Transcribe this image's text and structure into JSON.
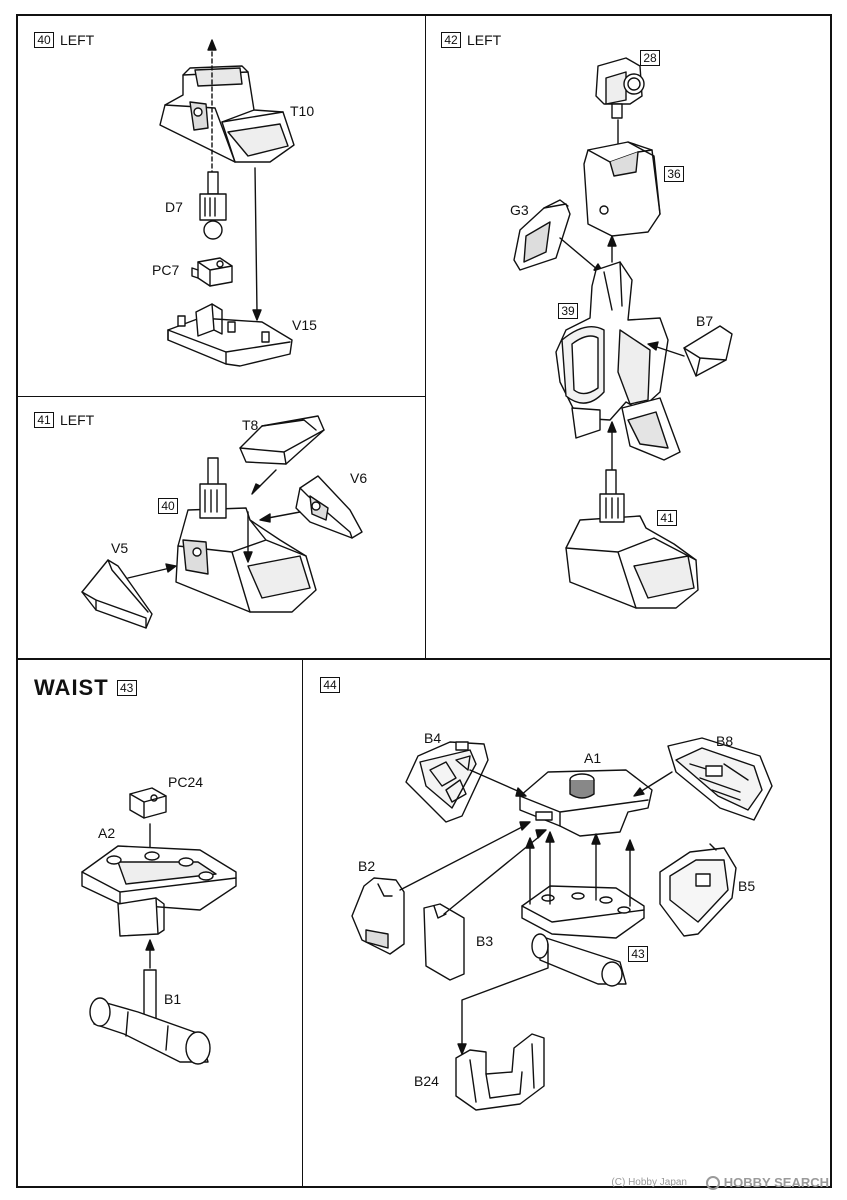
{
  "steps": {
    "s40": {
      "num": "40",
      "side": "LEFT"
    },
    "s41": {
      "num": "41",
      "side": "LEFT"
    },
    "s42": {
      "num": "42",
      "side": "LEFT"
    },
    "s43": {
      "num": "43",
      "title": "WAIST"
    },
    "s44": {
      "num": "44"
    }
  },
  "parts": {
    "T10": "T10",
    "D7": "D7",
    "PC7": "PC7",
    "V15": "V15",
    "T8": "T8",
    "V6": "V6",
    "V5": "V5",
    "G3": "G3",
    "B7": "B7",
    "PC24": "PC24",
    "A2": "A2",
    "B1": "B1",
    "B4": "B4",
    "A1": "A1",
    "B8": "B8",
    "B2": "B2",
    "B5": "B5",
    "B3": "B3",
    "B24": "B24"
  },
  "refs": {
    "r40": "40",
    "r28": "28",
    "r36": "36",
    "r39": "39",
    "r41": "41",
    "r43": "43"
  },
  "watermark": {
    "brand": "HOBBY SEARCH",
    "copyright": "(C) Hobby Japan"
  },
  "colors": {
    "line": "#111111",
    "shade": "#d8d8d8",
    "mid": "#9a9a9a"
  }
}
